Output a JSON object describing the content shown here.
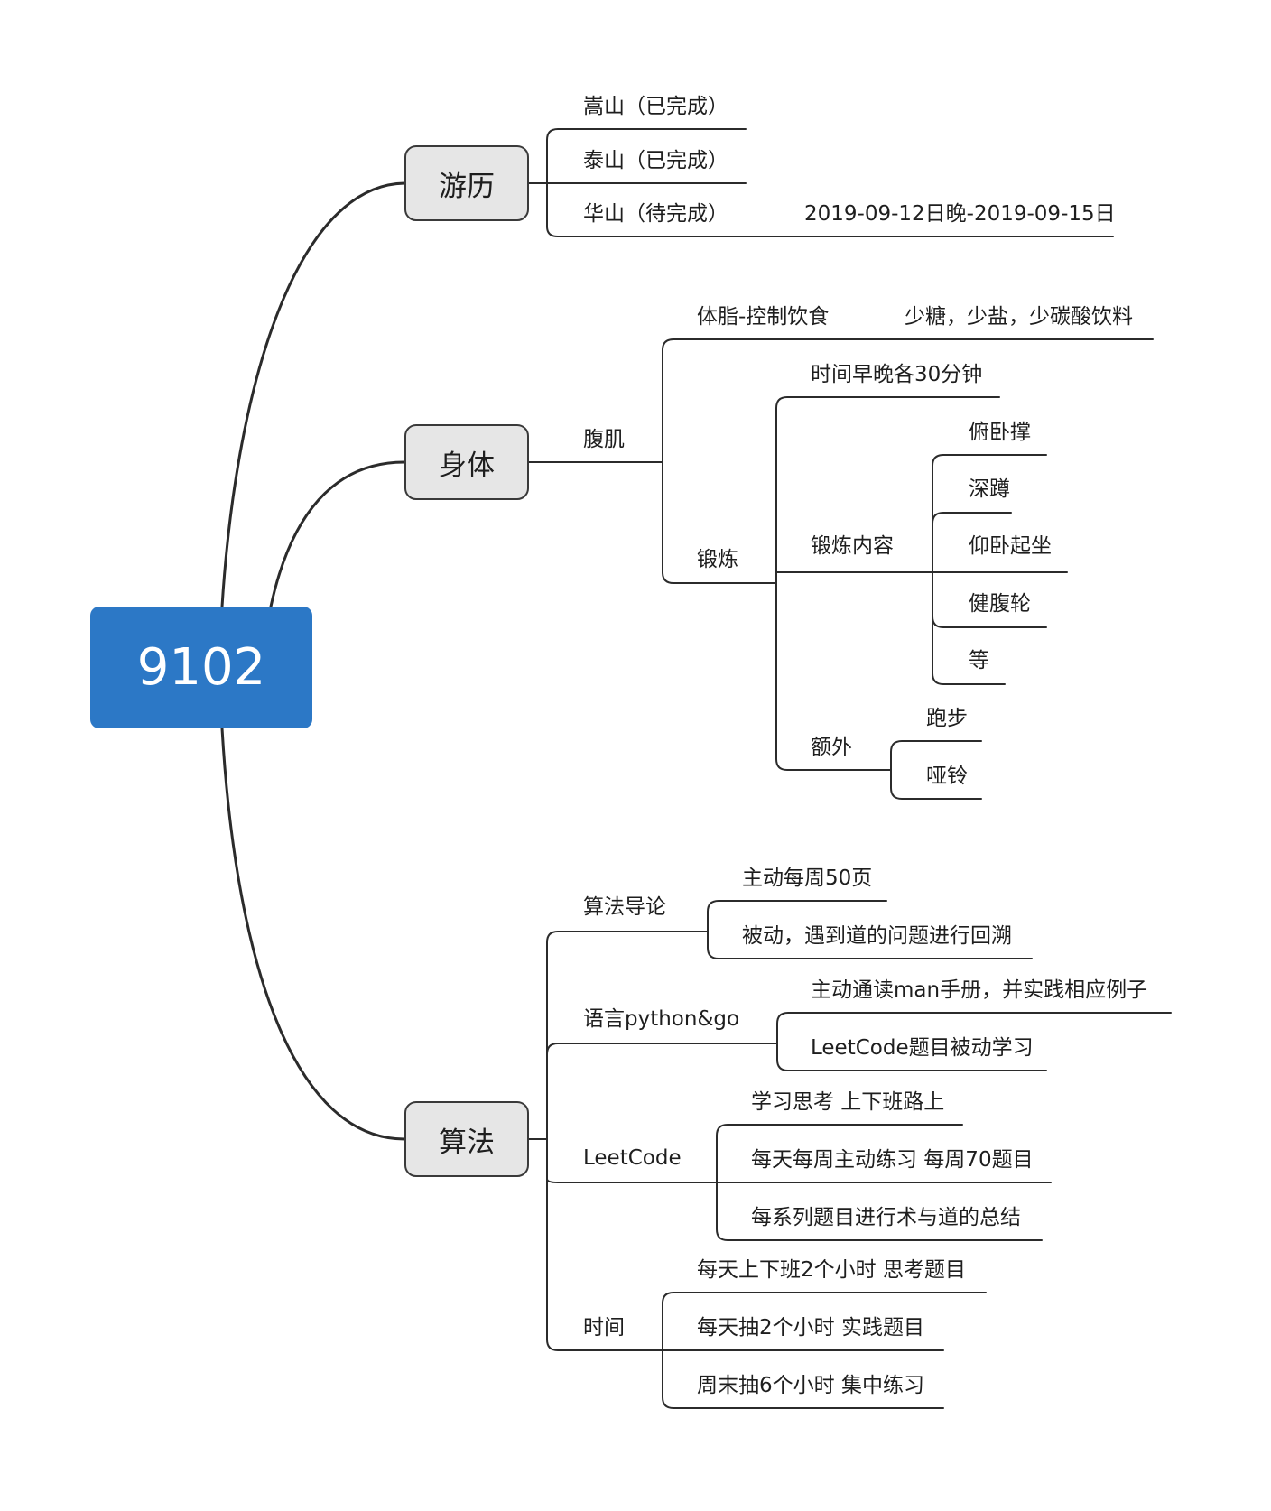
{
  "root": {
    "label": "9102"
  },
  "topics": {
    "travel": {
      "label": "游历",
      "items": [
        "嵩山（已完成）",
        "泰山（已完成）",
        "华山（待完成）"
      ],
      "huashan_note": "2019-09-12日晚-2019-09-15日"
    },
    "body": {
      "label": "身体",
      "abs": {
        "label": "腹肌",
        "diet": {
          "label": "体脂-控制饮食",
          "note": "少糖，少盐，少碳酸饮料"
        },
        "exercise": {
          "label": "锻炼",
          "schedule": "时间早晚各30分钟",
          "content": {
            "label": "锻炼内容",
            "items": [
              "俯卧撑",
              "深蹲",
              "仰卧起坐",
              "健腹轮",
              "等"
            ]
          },
          "extra": {
            "label": "额外",
            "items": [
              "跑步",
              "哑铃"
            ]
          }
        }
      }
    },
    "algorithms": {
      "label": "算法",
      "intro": {
        "label": "算法导论",
        "items": [
          "主动每周50页",
          "被动，遇到道的问题进行回溯"
        ]
      },
      "languages": {
        "label": "语言python&go",
        "items": [
          "主动通读man手册，并实践相应例子",
          "LeetCode题目被动学习"
        ]
      },
      "leetcode": {
        "label": "LeetCode",
        "items": [
          "学习思考 上下班路上",
          "每天每周主动练习 每周70题目",
          "每系列题目进行术与道的总结"
        ]
      },
      "time": {
        "label": "时间",
        "items": [
          "每天上下班2个小时 思考题目",
          "每天抽2个小时 实践题目",
          "周末抽6个小时 集中练习"
        ]
      }
    }
  }
}
